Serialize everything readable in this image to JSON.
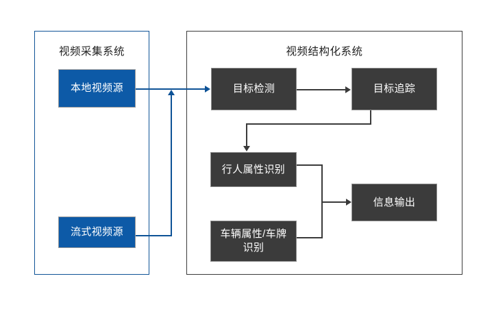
{
  "diagram": {
    "background_color": "#ffffff",
    "panels": [
      {
        "id": "capture",
        "title": "视频采集系统",
        "border_color": "#0d5296",
        "nodes": [
          {
            "id": "local-video-source",
            "label": "本地视频源",
            "fill": "#0d5aa7",
            "text_color": "#ffffff"
          },
          {
            "id": "stream-video-source",
            "label": "流式视频源",
            "fill": "#0d5aa7",
            "text_color": "#ffffff"
          }
        ]
      },
      {
        "id": "structuring",
        "title": "视频结构化系统",
        "border_color": "#3a3a3a",
        "nodes": [
          {
            "id": "object-detection",
            "label": "目标检测",
            "fill": "#3b3b3b",
            "text_color": "#ffffff"
          },
          {
            "id": "object-tracking",
            "label": "目标追踪",
            "fill": "#3b3b3b",
            "text_color": "#ffffff"
          },
          {
            "id": "pedestrian-attribute-recognition",
            "label": "行人属性识别",
            "fill": "#3b3b3b",
            "text_color": "#ffffff"
          },
          {
            "id": "vehicle-plate-recognition",
            "label": "车辆属性/车牌\n识别",
            "fill": "#3b3b3b",
            "text_color": "#ffffff"
          },
          {
            "id": "information-output",
            "label": "信息输出",
            "fill": "#3b3b3b",
            "text_color": "#ffffff"
          }
        ]
      }
    ],
    "edges": [
      {
        "id": "local-to-detection",
        "from": "local-video-source",
        "to": "object-detection",
        "color": "#0d5296"
      },
      {
        "id": "stream-to-trunk",
        "from": "stream-video-source",
        "to": "local-to-detection",
        "color": "#0d5296"
      },
      {
        "id": "detection-to-tracking",
        "from": "object-detection",
        "to": "object-tracking",
        "color": "#3a3a3a"
      },
      {
        "id": "tracking-to-pedestrian",
        "from": "object-tracking",
        "to": "pedestrian-attribute-recognition",
        "color": "#3a3a3a"
      },
      {
        "id": "pedestrian-to-output",
        "from": "pedestrian-attribute-recognition",
        "to": "information-output",
        "color": "#3a3a3a"
      },
      {
        "id": "vehicle-to-output",
        "from": "vehicle-plate-recognition",
        "to": "information-output",
        "color": "#3a3a3a"
      }
    ]
  }
}
